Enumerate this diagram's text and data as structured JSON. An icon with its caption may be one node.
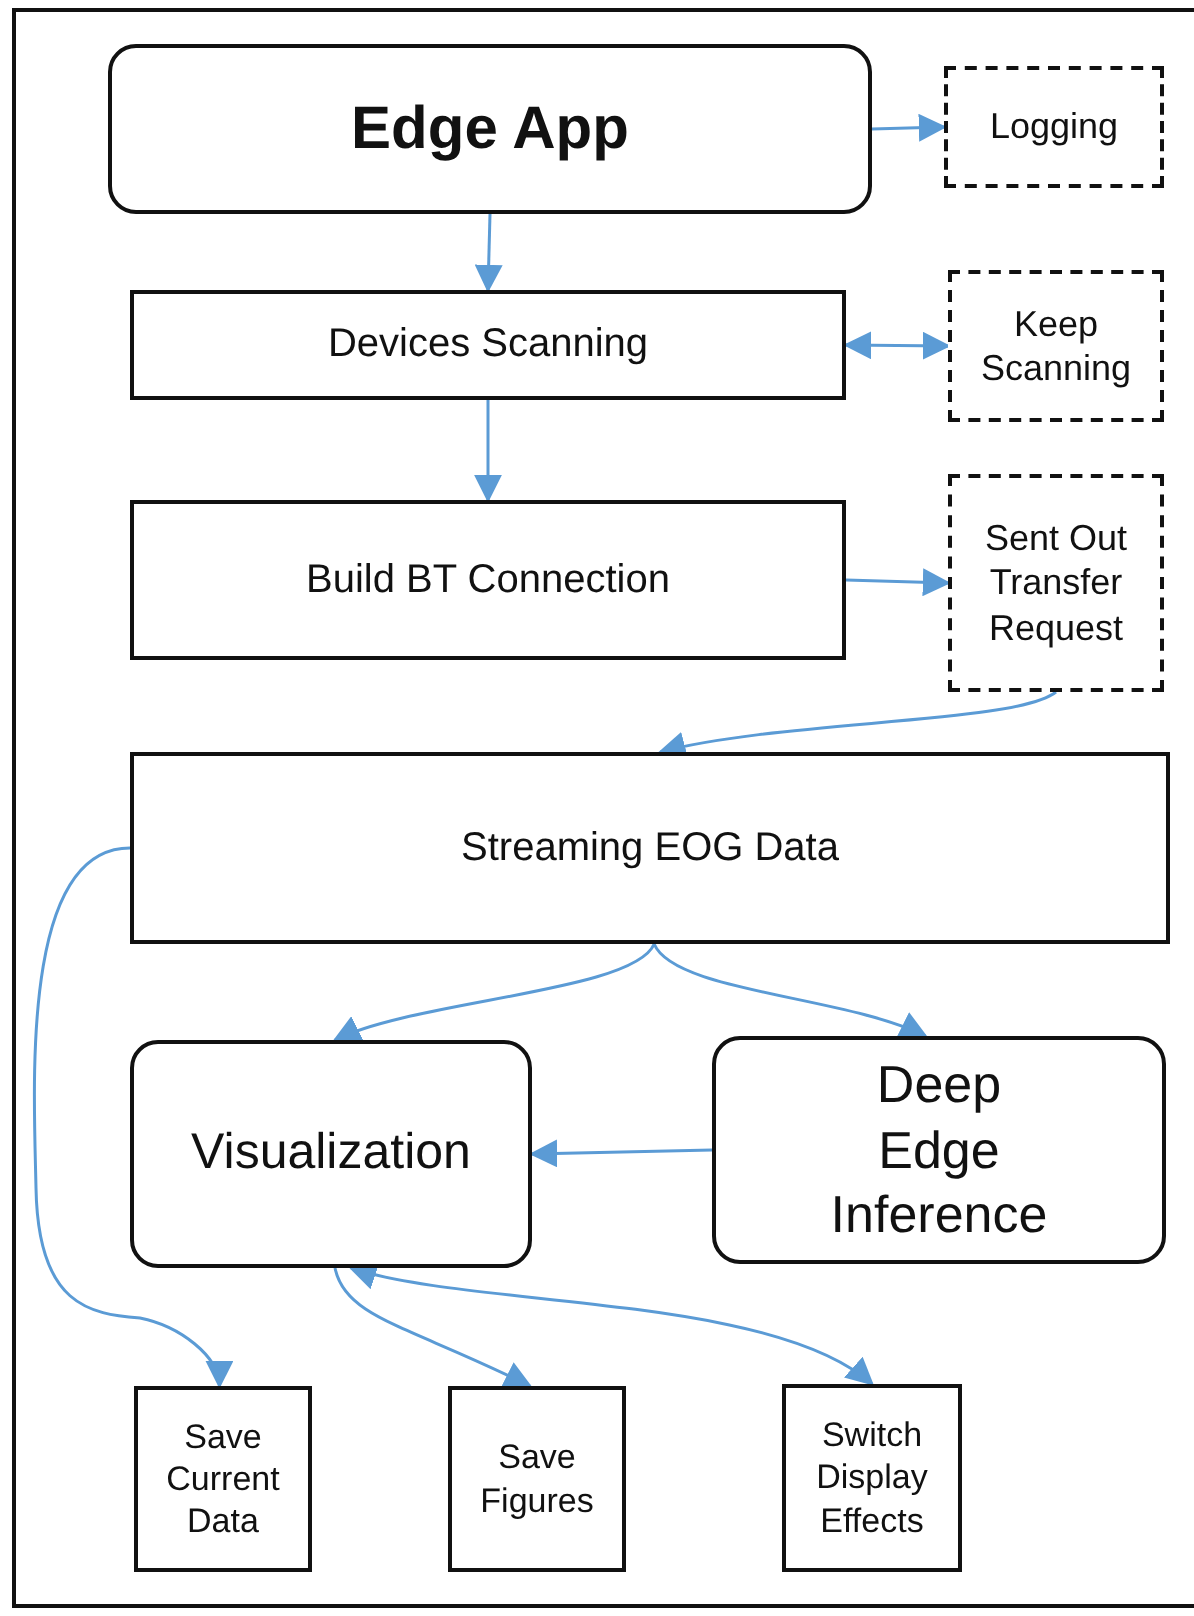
{
  "diagram": {
    "nodes": [
      {
        "text": [
          "Edge App"
        ]
      },
      {
        "text": [
          "Logging"
        ]
      },
      {
        "text": [
          "Devices Scanning"
        ]
      },
      {
        "text": [
          "Keep Scanning"
        ]
      },
      {
        "text": [
          "Build BT Connection"
        ]
      },
      {
        "text": [
          "Sent Out Transfer Request"
        ]
      },
      {
        "text": [
          "Streaming EOG Data"
        ]
      },
      {
        "text": [
          "Visualization"
        ]
      },
      {
        "text": [
          "Deep Edge Inference"
        ]
      },
      {
        "text": [
          "Save Current Data"
        ]
      },
      {
        "text": [
          "Save Figures"
        ]
      },
      {
        "text": [
          "Switch Display Effects"
        ]
      }
    ],
    "edges": [
      {
        "from": 0,
        "to": 1,
        "arrow": "to"
      },
      {
        "from": 0,
        "to": 2,
        "arrow": "to"
      },
      {
        "from": 2,
        "to": 3,
        "arrow": "both"
      },
      {
        "from": 2,
        "to": 4,
        "arrow": "to"
      },
      {
        "from": 4,
        "to": 5,
        "arrow": "to"
      },
      {
        "from": 5,
        "to": 6,
        "arrow": "to"
      },
      {
        "from": 6,
        "to": 7,
        "arrow": "to"
      },
      {
        "from": 6,
        "to": 8,
        "arrow": "to"
      },
      {
        "from": 8,
        "to": 7,
        "arrow": "to"
      },
      {
        "from": 6,
        "to": 9,
        "arrow": "to"
      },
      {
        "from": 7,
        "to": 10,
        "arrow": "to"
      },
      {
        "from": 7,
        "to": 11,
        "arrow": "both"
      }
    ]
  }
}
